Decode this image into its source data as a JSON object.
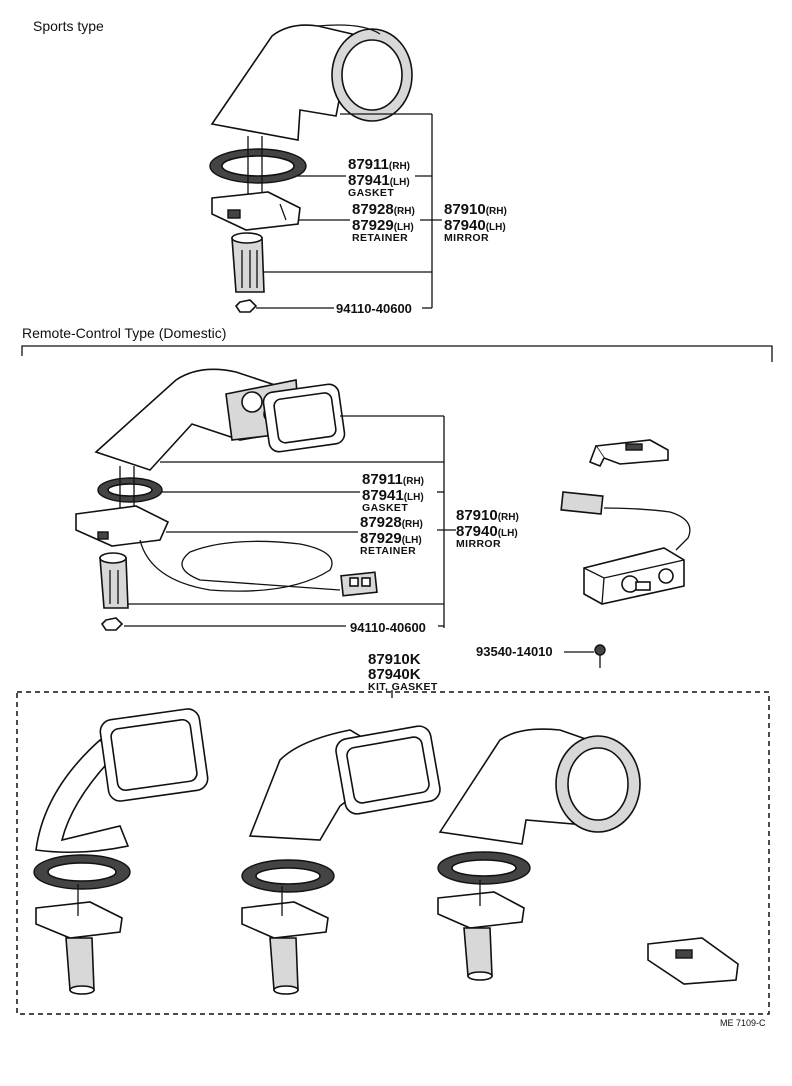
{
  "sections": {
    "sports": "Sports type",
    "remote": "Remote-Control Type (Domestic)"
  },
  "sports_callouts": {
    "gasket_rh": "87911",
    "gasket_rh_suffix": "(RH)",
    "gasket_lh": "87941",
    "gasket_lh_suffix": "(LH)",
    "gasket_name": "GASKET",
    "retainer_rh": "87928",
    "retainer_rh_suffix": "(RH)",
    "retainer_lh": "87929",
    "retainer_lh_suffix": "(LH)",
    "retainer_name": "RETAINER",
    "mirror_rh": "87910",
    "mirror_rh_suffix": "(RH)",
    "mirror_lh": "87940",
    "mirror_lh_suffix": "(LH)",
    "mirror_name": "MIRROR",
    "nut": "94110-40600"
  },
  "remote_callouts": {
    "gasket_rh": "87911",
    "gasket_rh_suffix": "(RH)",
    "gasket_lh": "87941",
    "gasket_lh_suffix": "(LH)",
    "gasket_name": "GASKET",
    "retainer_rh": "87928",
    "retainer_rh_suffix": "(RH)",
    "retainer_lh": "87929",
    "retainer_lh_suffix": "(LH)",
    "retainer_name": "RETAINER",
    "mirror_rh": "87910",
    "mirror_rh_suffix": "(RH)",
    "mirror_lh": "87940",
    "mirror_lh_suffix": "(LH)",
    "mirror_name": "MIRROR",
    "nut": "94110-40600",
    "screw": "93540-14010"
  },
  "kit": {
    "part_rh": "87910K",
    "part_lh": "87940K",
    "name": "KIT, GASKET"
  },
  "figure_ref": "ME 7109-C"
}
